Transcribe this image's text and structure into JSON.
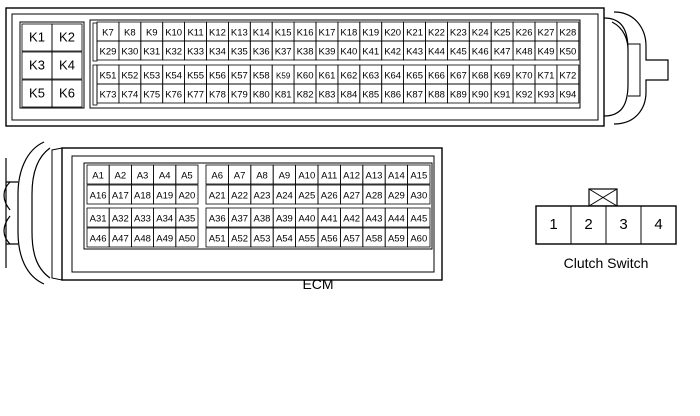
{
  "k_connector": {
    "big_pins": [
      "K1",
      "K2",
      "K3",
      "K4",
      "K5",
      "K6"
    ],
    "top_rows": [
      [
        "K7",
        "K8",
        "K9",
        "K10",
        "K11",
        "K12",
        "K13",
        "K14",
        "K15",
        "K16",
        "K17",
        "K18",
        "K19",
        "K20",
        "K21",
        "K22",
        "K23",
        "K24",
        "K25",
        "K26",
        "K27",
        "K28"
      ],
      [
        "K29",
        "K30",
        "K31",
        "K32",
        "K33",
        "K34",
        "K35",
        "K36",
        "K37",
        "K38",
        "K39",
        "K40",
        "K41",
        "K42",
        "K43",
        "K44",
        "K45",
        "K46",
        "K47",
        "K48",
        "K49",
        "K50"
      ]
    ],
    "bottom_rows": [
      [
        "K51",
        "K52",
        "K53",
        "K54",
        "K55",
        "K56",
        "K57",
        "K58",
        "K59",
        "K60",
        "K61",
        "K62",
        "K63",
        "K64",
        "K65",
        "K66",
        "K67",
        "K68",
        "K69",
        "K70",
        "K71",
        "K72"
      ],
      [
        "K73",
        "K74",
        "K75",
        "K76",
        "K77",
        "K78",
        "K79",
        "K80",
        "K81",
        "K82",
        "K83",
        "K84",
        "K85",
        "K86",
        "K87",
        "K88",
        "K89",
        "K90",
        "K91",
        "K92",
        "K93",
        "K94"
      ]
    ]
  },
  "a_connector": {
    "left_rows": [
      [
        "A1",
        "A2",
        "A3",
        "A4",
        "A5"
      ],
      [
        "A16",
        "A17",
        "A18",
        "A19",
        "A20"
      ],
      [
        "A31",
        "A32",
        "A33",
        "A34",
        "A35"
      ],
      [
        "A46",
        "A47",
        "A48",
        "A49",
        "A50"
      ]
    ],
    "right_rows": [
      [
        "A6",
        "A7",
        "A8",
        "A9",
        "A10",
        "A11",
        "A12",
        "A13",
        "A14",
        "A15"
      ],
      [
        "A21",
        "A22",
        "A23",
        "A24",
        "A25",
        "A26",
        "A27",
        "A28",
        "A29",
        "A30"
      ],
      [
        "A36",
        "A37",
        "A38",
        "A39",
        "A40",
        "A41",
        "A42",
        "A43",
        "A44",
        "A45"
      ],
      [
        "A51",
        "A52",
        "A53",
        "A54",
        "A55",
        "A56",
        "A57",
        "A58",
        "A59",
        "A60"
      ]
    ]
  },
  "ecm_label": "ECM",
  "clutch_switch": {
    "pins": [
      "1",
      "2",
      "3",
      "4"
    ],
    "label": "Clutch Switch"
  }
}
